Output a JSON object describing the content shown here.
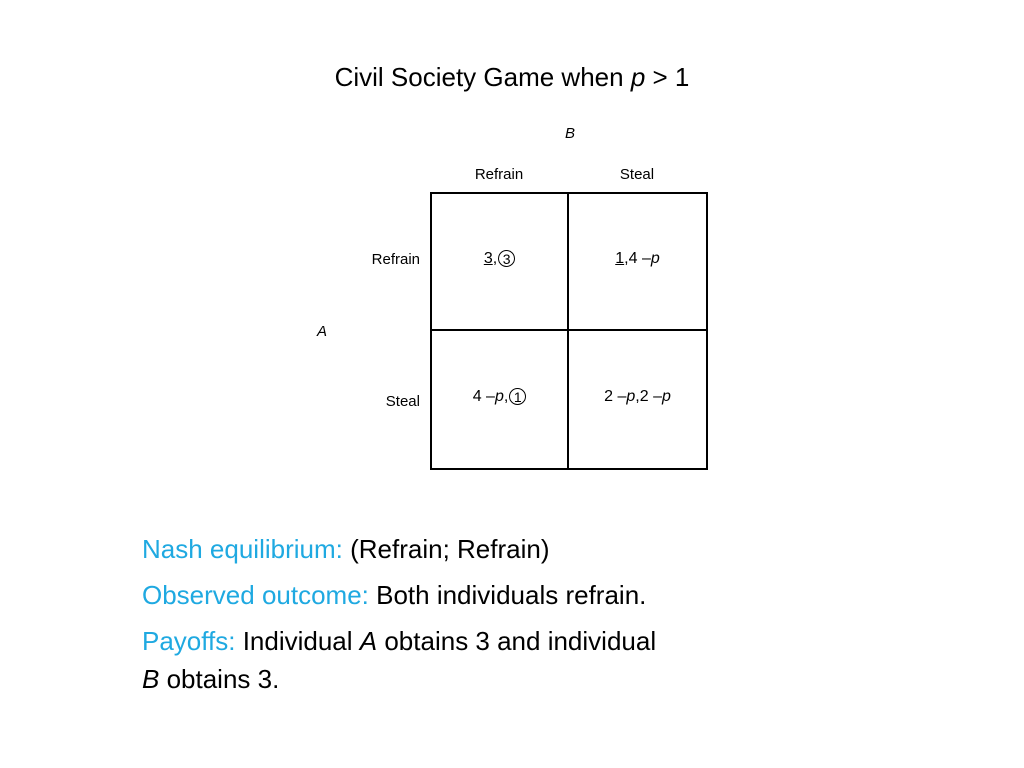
{
  "title": {
    "prefix": "Civil Society Game when ",
    "var": "p",
    "suffix": " > 1"
  },
  "players": {
    "column": "B",
    "row": "A"
  },
  "strategies": {
    "columns": [
      "Refrain",
      "Steal"
    ],
    "rows": [
      "Refrain",
      "Steal"
    ]
  },
  "cells": {
    "rr": {
      "a": "3",
      "sep": ",",
      "b": "3"
    },
    "rs": {
      "a": "1",
      "sep": ",",
      "b_pre": "4 – ",
      "b_var": "p"
    },
    "sr": {
      "a_pre": "4 – ",
      "a_var": "p",
      "sep": ", ",
      "b": "1"
    },
    "ss": {
      "a_pre": "2 – ",
      "a_var": "p",
      "sep": ", ",
      "b_pre": "2 – ",
      "b_var": "p"
    }
  },
  "summary": {
    "nash_label": "Nash equilibrium:",
    "nash_value": " (Refrain; Refrain)",
    "outcome_label": "Observed outcome:",
    "outcome_value": " Both individuals refrain.",
    "payoffs_label": "Payoffs:",
    "payoffs_1": " Individual ",
    "payoffs_a": "A",
    "payoffs_2": " obtains 3 and individual",
    "payoffs_b": "B",
    "payoffs_3": " obtains 3."
  },
  "colors": {
    "highlight": "#1fa9e1",
    "text": "#000000"
  }
}
